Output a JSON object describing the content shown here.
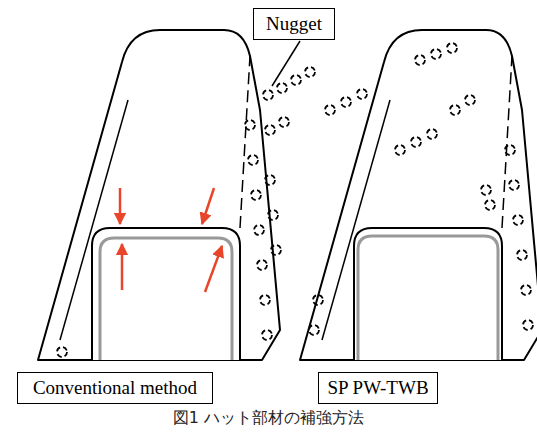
{
  "diagram": {
    "caption": "図1 ハット部材の補強方法",
    "nodes": [
      {
        "text": [
          "Nugget"
        ]
      },
      {
        "text": [
          "Conventional method"
        ]
      },
      {
        "text": [
          "SP PW-TWB"
        ]
      }
    ]
  }
}
